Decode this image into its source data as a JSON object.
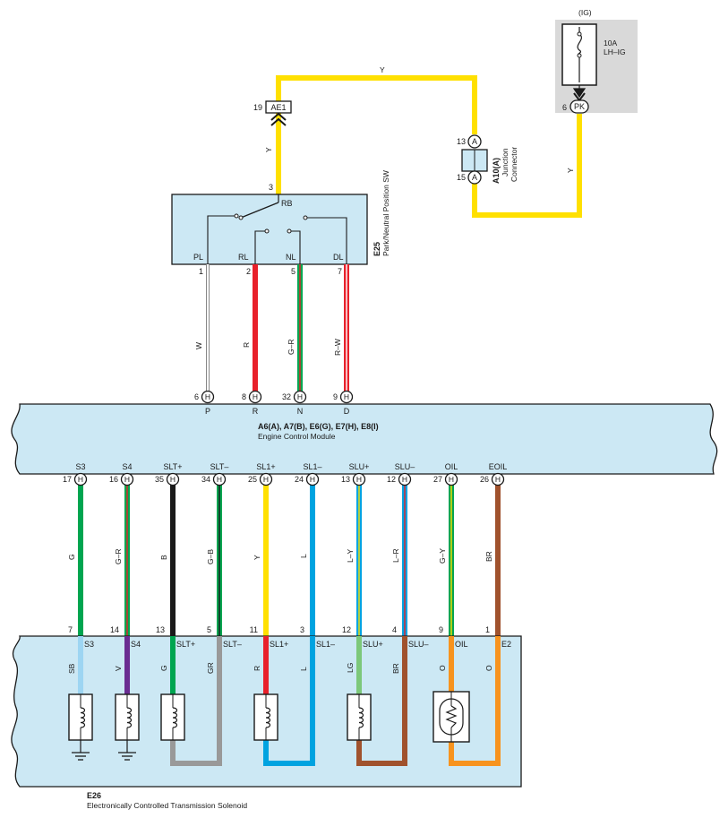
{
  "colors": {
    "panel_fill": "#cce8f4",
    "fuse_panel": "#d9d9d9",
    "Y": "#ffe000",
    "W": "#ffffff",
    "R": "#e8202a",
    "G": "#00a550",
    "B": "#1a1a1a",
    "L": "#00a3e0",
    "BR": "#a0522d",
    "V": "#6a2c91",
    "SB": "#9dd5f2",
    "LG": "#7cc87a",
    "GR": "#999999",
    "O": "#f7931e"
  },
  "fuse": {
    "panel_label": "(IG)",
    "rating": "10A",
    "name": "LH–IG",
    "pin": "6",
    "terminal": "PK"
  },
  "junction": {
    "id": "AE1",
    "pin": "19",
    "connector_id": "A10(A)",
    "connector_name": "Junction",
    "connector_name2": "Connector",
    "top_pin": "13",
    "bottom_pin": "15",
    "terminal": "A"
  },
  "wire_labels": {
    "top_y": "Y",
    "left_y": "Y",
    "right_y": "Y"
  },
  "switch": {
    "id": "E25",
    "name": "Park/Neutral Position SW",
    "input_pin": "3",
    "input_label": "RB",
    "contacts": [
      {
        "label": "PL",
        "pin": "1",
        "wire": "W"
      },
      {
        "label": "RL",
        "pin": "2",
        "wire": "R"
      },
      {
        "label": "NL",
        "pin": "5",
        "wire": "G–R"
      },
      {
        "label": "DL",
        "pin": "7",
        "wire": "R–W"
      }
    ]
  },
  "ecm": {
    "ids": "A6(A), A7(B), E6(G), E7(H), E8(I)",
    "name": "Engine Control Module",
    "terminal": "H",
    "top_pins": [
      {
        "pin": "6",
        "label": "P"
      },
      {
        "pin": "8",
        "label": "R"
      },
      {
        "pin": "32",
        "label": "N"
      },
      {
        "pin": "9",
        "label": "D"
      }
    ],
    "bottom_pins": [
      {
        "pin": "17",
        "label": "S3"
      },
      {
        "pin": "16",
        "label": "S4"
      },
      {
        "pin": "35",
        "label": "SLT+"
      },
      {
        "pin": "34",
        "label": "SLT–"
      },
      {
        "pin": "25",
        "label": "SL1+"
      },
      {
        "pin": "24",
        "label": "SL1–"
      },
      {
        "pin": "13",
        "label": "SLU+"
      },
      {
        "pin": "12",
        "label": "SLU–"
      },
      {
        "pin": "27",
        "label": "OIL"
      },
      {
        "pin": "26",
        "label": "EOIL"
      }
    ]
  },
  "harness": [
    {
      "wire": "G",
      "sol_pin": "7",
      "sol_label": "S3",
      "inner": "SB"
    },
    {
      "wire": "G–R",
      "sol_pin": "14",
      "sol_label": "S4",
      "inner": "V"
    },
    {
      "wire": "B",
      "sol_pin": "13",
      "sol_label": "SLT+",
      "inner": "G"
    },
    {
      "wire": "G–B",
      "sol_pin": "5",
      "sol_label": "SLT–",
      "inner": "GR"
    },
    {
      "wire": "Y",
      "sol_pin": "11",
      "sol_label": "SL1+",
      "inner": "R"
    },
    {
      "wire": "L",
      "sol_pin": "3",
      "sol_label": "SL1–",
      "inner": "L"
    },
    {
      "wire": "L–Y",
      "sol_pin": "12",
      "sol_label": "SLU+",
      "inner": "LG"
    },
    {
      "wire": "L–R",
      "sol_pin": "4",
      "sol_label": "SLU–",
      "inner": "BR"
    },
    {
      "wire": "G–Y",
      "sol_pin": "9",
      "sol_label": "OIL",
      "inner": "O"
    },
    {
      "wire": "BR",
      "sol_pin": "1",
      "sol_label": "E2",
      "inner": "O"
    }
  ],
  "solenoid": {
    "id": "E26",
    "name": "Electronically Controlled Transmission Solenoid"
  }
}
